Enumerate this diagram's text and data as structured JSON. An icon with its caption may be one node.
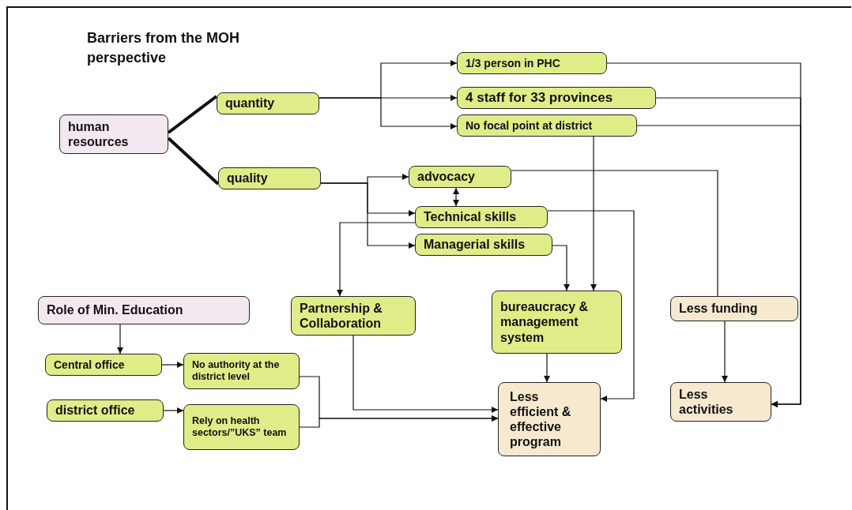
{
  "diagram": {
    "title": "Barriers from the MOH perspective",
    "nodes": [
      {
        "text": [
          "human resources"
        ]
      },
      {
        "text": [
          "quantity"
        ]
      },
      {
        "text": [
          "quality"
        ]
      },
      {
        "text": [
          "1/3 person in PHC"
        ]
      },
      {
        "text": [
          "4 staff for 33 provinces"
        ]
      },
      {
        "text": [
          "No focal point at district"
        ]
      },
      {
        "text": [
          "advocacy"
        ]
      },
      {
        "text": [
          "Technical skills"
        ]
      },
      {
        "text": [
          "Managerial skills"
        ]
      },
      {
        "text": [
          "Role of Min. Education"
        ]
      },
      {
        "text": [
          "Partnership & Collaboration"
        ]
      },
      {
        "text": [
          "bureaucracy & management system"
        ]
      },
      {
        "text": [
          "Less funding"
        ]
      },
      {
        "text": [
          "Central office"
        ]
      },
      {
        "text": [
          "No authority at the district level"
        ]
      },
      {
        "text": [
          "district office"
        ]
      },
      {
        "text": [
          "Rely on health sectors/”UKS” team"
        ]
      },
      {
        "text": [
          "Less efficient & effective program"
        ]
      },
      {
        "text": [
          "Less activities"
        ]
      }
    ],
    "edges": [
      {
        "from": 0,
        "to": 1,
        "arrow": "none",
        "style": "thick"
      },
      {
        "from": 0,
        "to": 2,
        "arrow": "none",
        "style": "thick"
      },
      {
        "from": 1,
        "to": 3,
        "arrow": "to"
      },
      {
        "from": 1,
        "to": 4,
        "arrow": "to"
      },
      {
        "from": 1,
        "to": 5,
        "arrow": "to"
      },
      {
        "from": 2,
        "to": 6,
        "arrow": "to"
      },
      {
        "from": 2,
        "to": 7,
        "arrow": "to"
      },
      {
        "from": 2,
        "to": 8,
        "arrow": "to"
      },
      {
        "from": 6,
        "to": 7,
        "arrow": "both"
      },
      {
        "from": 7,
        "to": 10,
        "arrow": "to"
      },
      {
        "from": 8,
        "to": 11,
        "arrow": "to"
      },
      {
        "from": 5,
        "to": 11,
        "arrow": "to"
      },
      {
        "from": 7,
        "to": 17,
        "arrow": "to"
      },
      {
        "from": 6,
        "to": 12,
        "arrow": "none"
      },
      {
        "from": 3,
        "to": 18,
        "arrow": "to"
      },
      {
        "from": 4,
        "to": 18,
        "arrow": "to"
      },
      {
        "from": 5,
        "to": 18,
        "arrow": "to"
      },
      {
        "from": 12,
        "to": 18,
        "arrow": "to"
      },
      {
        "from": 11,
        "to": 17,
        "arrow": "to"
      },
      {
        "from": 9,
        "to": 13,
        "arrow": "to"
      },
      {
        "from": 13,
        "to": 14,
        "arrow": "to"
      },
      {
        "from": 15,
        "to": 16,
        "arrow": "to"
      },
      {
        "from": 14,
        "to": 17,
        "arrow": "to"
      },
      {
        "from": 16,
        "to": 17,
        "arrow": "to"
      },
      {
        "from": 10,
        "to": 17,
        "arrow": "to"
      }
    ]
  }
}
